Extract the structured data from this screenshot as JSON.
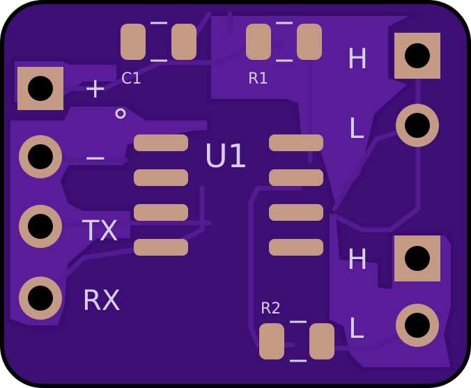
{
  "board": {
    "colors": {
      "substrate": "#3d0f75",
      "fill": "#5a1d9a",
      "trace": "#531a91",
      "pad": "#c49a84",
      "hole": "#000000",
      "silkscreen": "#d8cfe6",
      "outline": "#000000"
    },
    "component_labels": {
      "c1": "C1",
      "r1": "R1",
      "r2": "R2",
      "u1": "U1"
    },
    "pin_labels": {
      "plus": "+",
      "minus": "−",
      "tx": "TX",
      "rx": "RX",
      "out1_high": "H",
      "out1_low": "L",
      "out2_high": "H",
      "out2_low": "L"
    }
  }
}
